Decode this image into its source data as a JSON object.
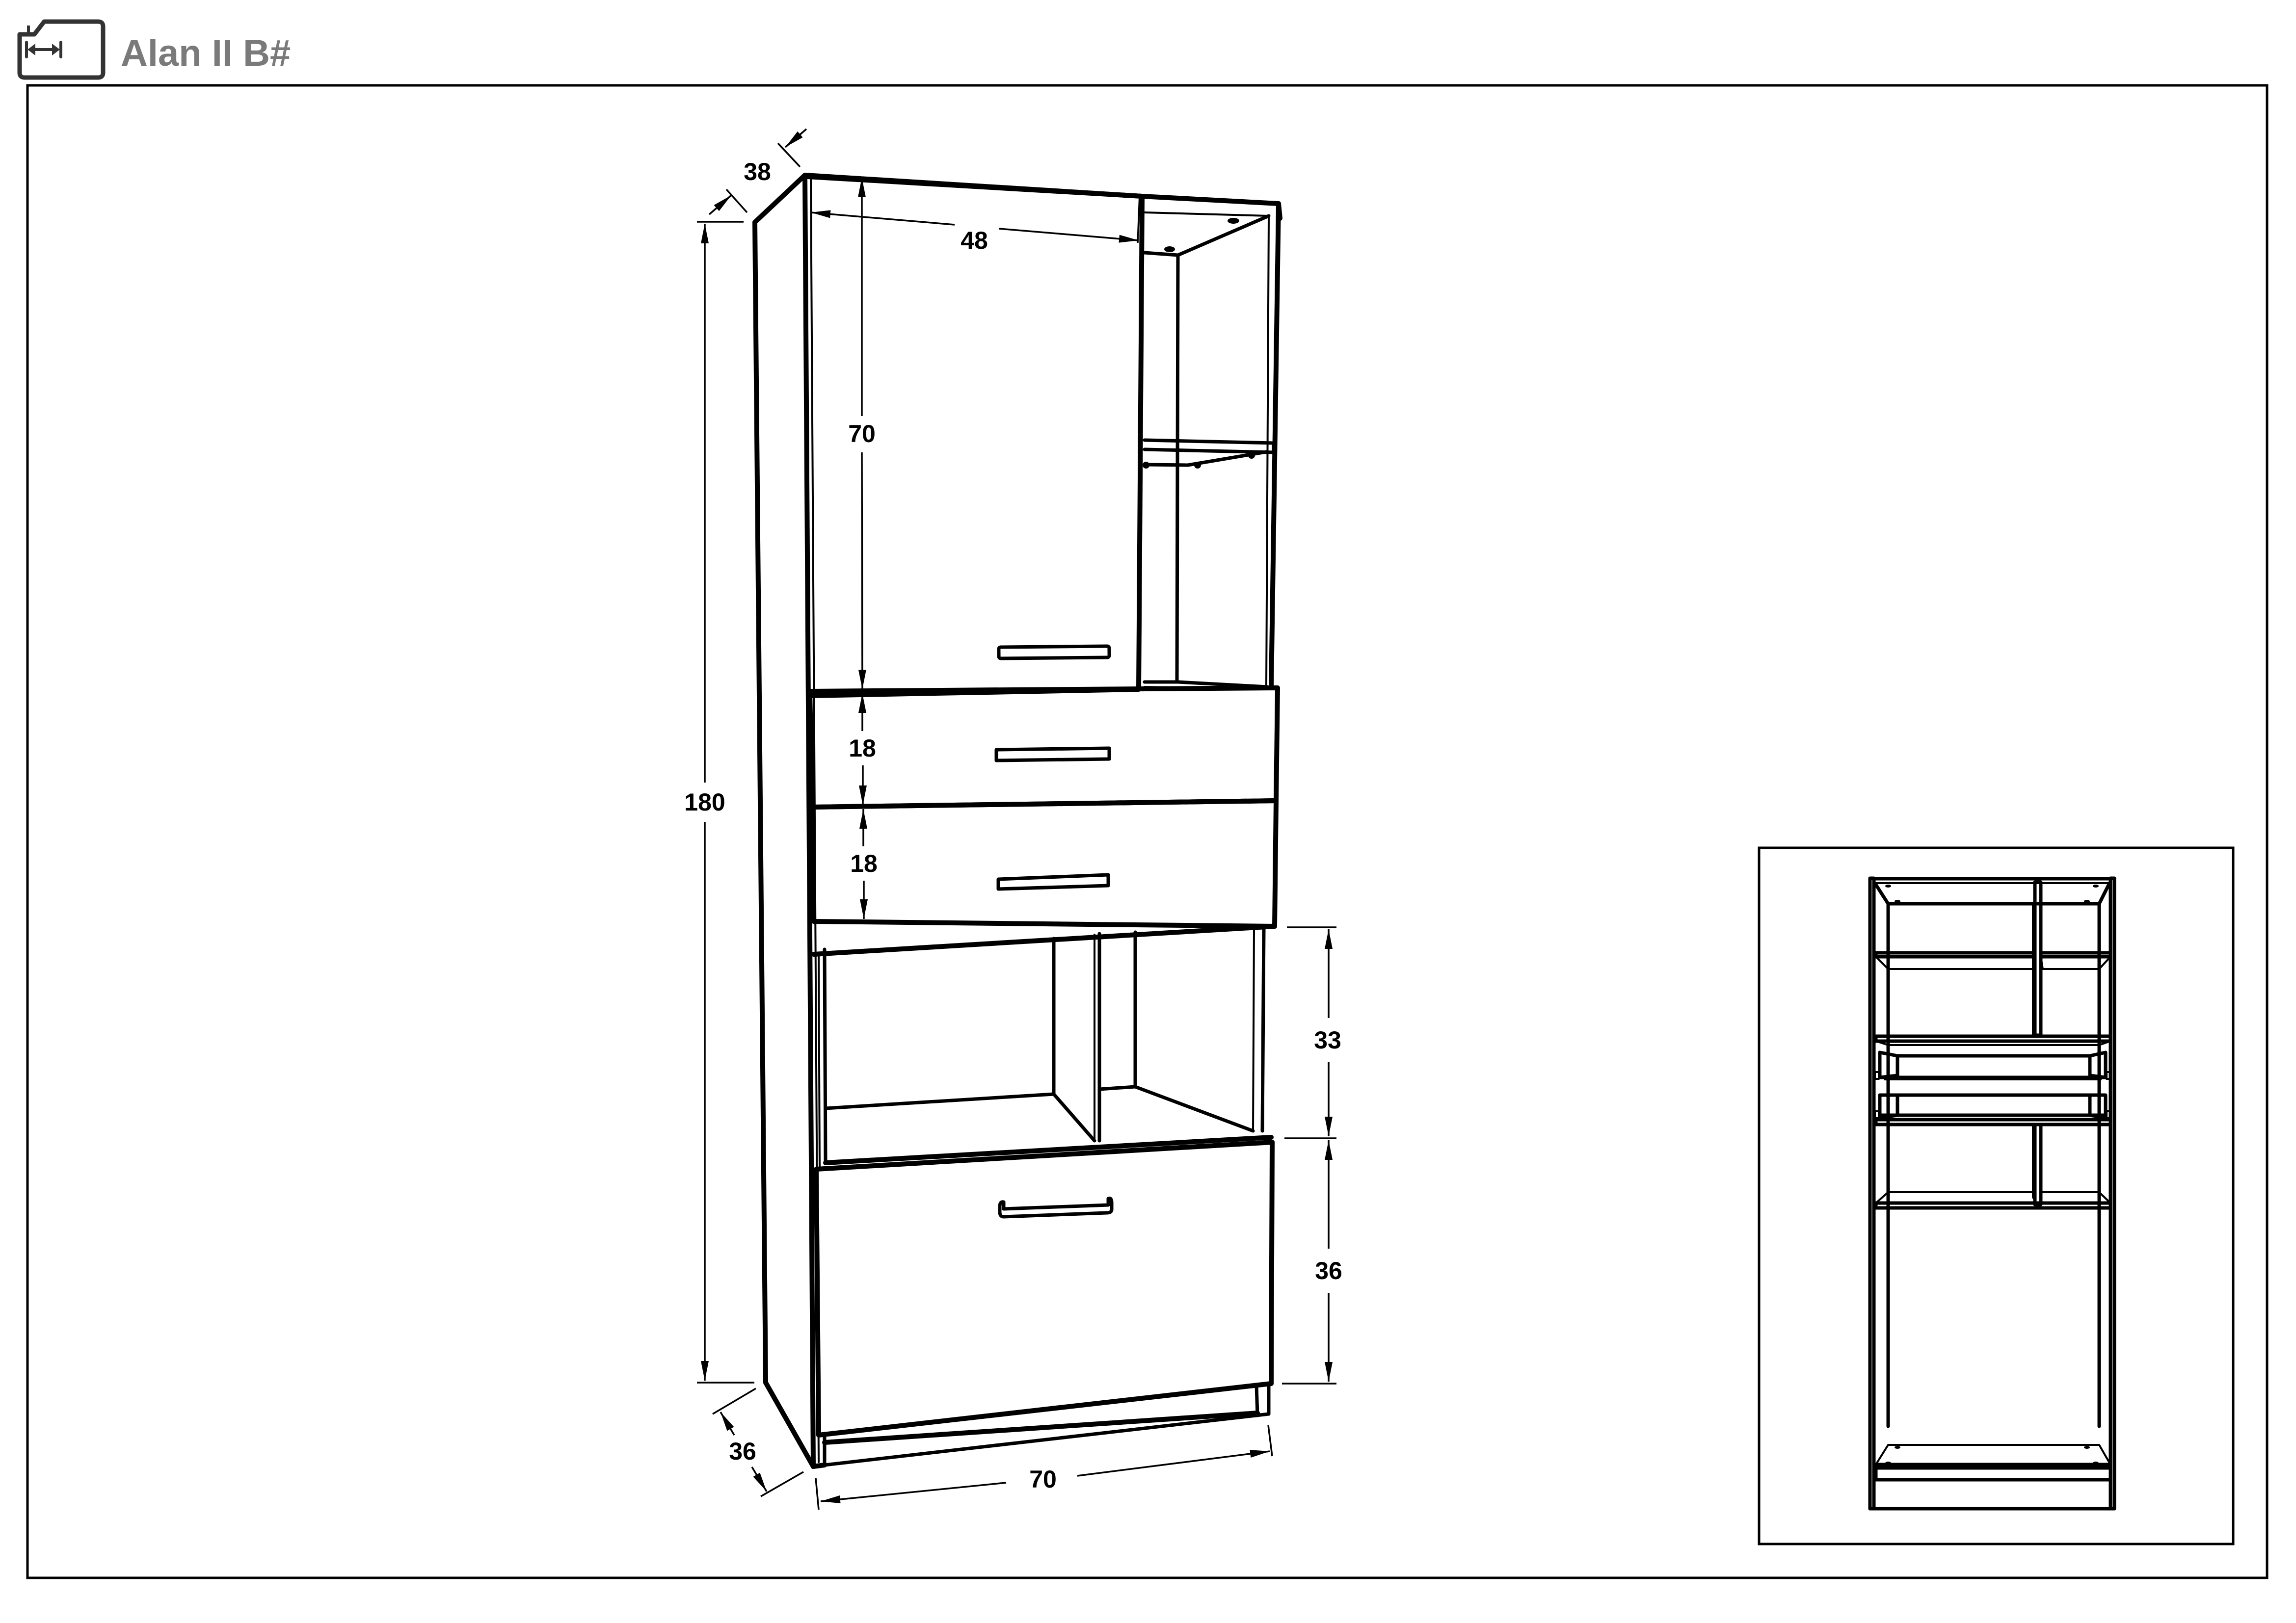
{
  "header": {
    "title": "Alan II B#",
    "icon": "dimension-document-icon"
  },
  "main_view": {
    "description": "Isometric line drawing of tall cabinet with door, open shelves, two drawers, open niches and bottom flap drawer",
    "dimensions": {
      "depth_top": "38",
      "door_width": "48",
      "door_height": "70",
      "total_height": "180",
      "drawer_1_height": "18",
      "drawer_2_height": "18",
      "niche_height": "33",
      "bottom_drawer_height": "36",
      "depth_bottom": "36",
      "total_width": "70"
    }
  },
  "inset_view": {
    "description": "Front view of cabinet carcass without fronts, showing shelves, divider and drawer boxes"
  },
  "colors": {
    "line": "#000000",
    "title": "#7a7a7a",
    "background": "#ffffff"
  }
}
